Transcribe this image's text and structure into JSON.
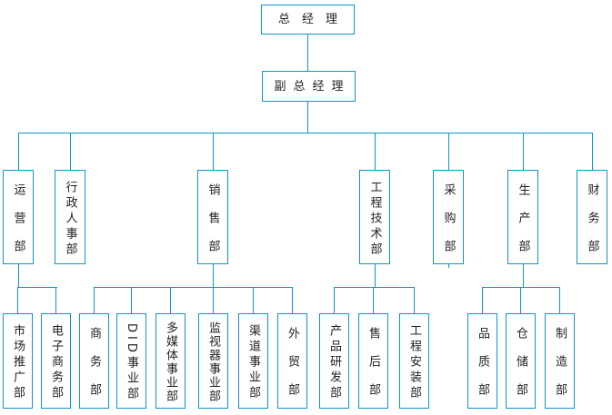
{
  "colors": {
    "line": "#0f95c8",
    "text": "#1f1f1f",
    "background": "#ffffff"
  },
  "org": {
    "root": {
      "label": "总经理"
    },
    "deputy": {
      "label": "副总经理"
    },
    "departments": [
      {
        "label": "运营部",
        "children": [
          {
            "label": "市场推广部"
          },
          {
            "label": "电子商务部"
          }
        ]
      },
      {
        "label": "行政人事部",
        "children": []
      },
      {
        "label": "销售部",
        "children": [
          {
            "label": "商务部"
          },
          {
            "label": "DID事业部"
          },
          {
            "label": "多媒体事业部"
          },
          {
            "label": "监视器事业部"
          },
          {
            "label": "渠道事业部"
          },
          {
            "label": "外贸部"
          }
        ]
      },
      {
        "label": "工程技术部",
        "children": [
          {
            "label": "产品研发部"
          },
          {
            "label": "售后部"
          },
          {
            "label": "工程安装部"
          }
        ]
      },
      {
        "label": "采购部",
        "children": []
      },
      {
        "label": "生产部",
        "children": [
          {
            "label": "品质部"
          },
          {
            "label": "仓储部"
          },
          {
            "label": "制造部"
          }
        ]
      },
      {
        "label": "财务部",
        "children": []
      }
    ]
  }
}
